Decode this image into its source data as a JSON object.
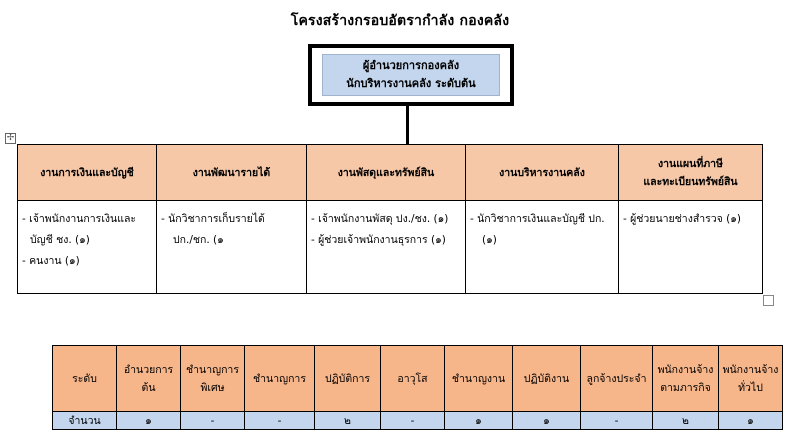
{
  "title": "โครงสร้างกรอบอัตรากำลัง กองคลัง",
  "head": {
    "line1": "ผู้อำนวยการกองคลัง",
    "line2": "นักบริหารงานคลัง ระดับต้น"
  },
  "handles": {
    "move_glyph": "✢"
  },
  "divisions": [
    {
      "header": [
        "งานการเงินและบัญชี"
      ],
      "staff": [
        "- เจ้าพนักงานการเงินและ",
        "บัญชี ชง. (๑)",
        "- คนงาน (๑)"
      ]
    },
    {
      "header": [
        "งานพัฒนารายได้"
      ],
      "staff": [
        "- นักวิชาการเก็บรายได้",
        "ปก./ชก. (๑"
      ]
    },
    {
      "header": [
        "งานพัสดุและทรัพย์สิน"
      ],
      "staff": [
        "- เจ้าพนักงานพัสดุ ปง./ชง. (๑)",
        "- ผู้ช่วยเจ้าพนักงานธุรการ (๑)"
      ]
    },
    {
      "header": [
        "งานบริหารงานคลัง"
      ],
      "staff": [
        "- นักวิชาการเงินและบัญชี ปก.",
        "(๑)"
      ]
    },
    {
      "header": [
        "งานแผนที่ภาษี",
        "และทะเบียนทรัพย์สิน"
      ],
      "staff": [
        "- ผู้ช่วยนายช่างสำรวจ (๑)"
      ]
    }
  ],
  "summary": {
    "row_header_label": "ระดับ",
    "row_count_label": "จำนวน",
    "columns": [
      {
        "header": [
          "อำนวยการ",
          "ต้น"
        ],
        "count": "๑"
      },
      {
        "header": [
          "ชำนาญ",
          "การพิเศษ"
        ],
        "count": "-"
      },
      {
        "header": [
          "ชำนาญการ"
        ],
        "count": "-"
      },
      {
        "header": [
          "ปฏิบัติการ"
        ],
        "count": "๒"
      },
      {
        "header": [
          "อาวุโส"
        ],
        "count": "-"
      },
      {
        "header": [
          "ชำนาญงาน"
        ],
        "count": "๑"
      },
      {
        "header": [
          "ปฏิบัติงาน"
        ],
        "count": "๑"
      },
      {
        "header": [
          "ลูกจ้างประจำ"
        ],
        "count": "-"
      },
      {
        "header": [
          "พนักงาน",
          "จ้างตาม",
          "ภารกิจ"
        ],
        "count": "๒"
      },
      {
        "header": [
          "พนักงาน",
          "จ้างทั่วไป"
        ],
        "count": "๑"
      }
    ]
  },
  "colors": {
    "head_fill": "#c4d6ee",
    "division_header_fill": "#f7c8a8",
    "summary_header_fill": "#f7b58a",
    "summary_count_fill": "#c4d6ee"
  }
}
